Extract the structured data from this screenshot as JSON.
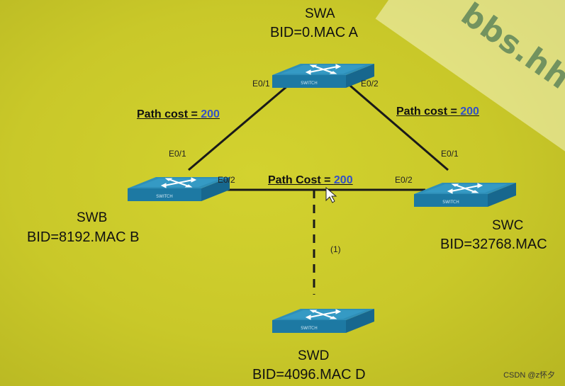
{
  "switches": {
    "swa": {
      "name": "SWA",
      "bid": "BID=0.MAC A"
    },
    "swb": {
      "name": "SWB",
      "bid": "BID=8192.MAC B"
    },
    "swc": {
      "name": "SWC",
      "bid": "BID=32768.MAC"
    },
    "swd": {
      "name": "SWD",
      "bid": "BID=4096.MAC D"
    }
  },
  "switch_face_label": "SWITCH",
  "ports": {
    "swa_e01": "E0/1",
    "swa_e02": "E0/2",
    "swb_e01": "E0/1",
    "swb_e02": "E0/2",
    "swc_e01": "E0/1",
    "swc_e02": "E0/2"
  },
  "links": {
    "ab": {
      "prefix": "Path cost = ",
      "value": "200"
    },
    "ac": {
      "prefix": "Path cost = ",
      "value": "200"
    },
    "bc": {
      "prefix": "Path Cost = ",
      "value": "200"
    }
  },
  "new_link_note": "(1)",
  "watermark": "bbs.hh",
  "footer": "CSDN @z怀夕",
  "colors": {
    "background": "#c9c829",
    "switch_top": "#2e8fb8",
    "switch_side": "#17678e",
    "link": "#1a1a1a",
    "cost_value": "#3250c8"
  }
}
